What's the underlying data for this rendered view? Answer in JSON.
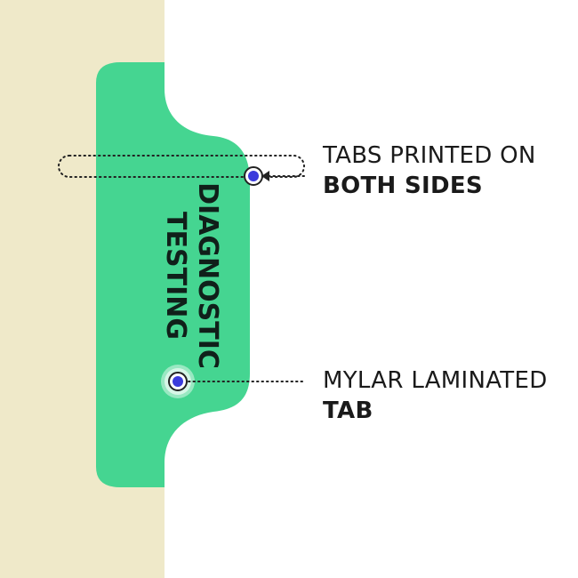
{
  "tab": {
    "line1": "DIAGNOSTIC",
    "line2": "TESTING",
    "color": "#45d591",
    "text_color": "#10201a"
  },
  "folder": {
    "color": "#efe9c9"
  },
  "callouts": {
    "both_sides": {
      "line1": "TABS PRINTED ON",
      "line2": "BOTH SIDES"
    },
    "mylar": {
      "line1": "MYLAR LAMINATED",
      "line2": "TAB"
    }
  },
  "marker_color": "#3b3bdc"
}
